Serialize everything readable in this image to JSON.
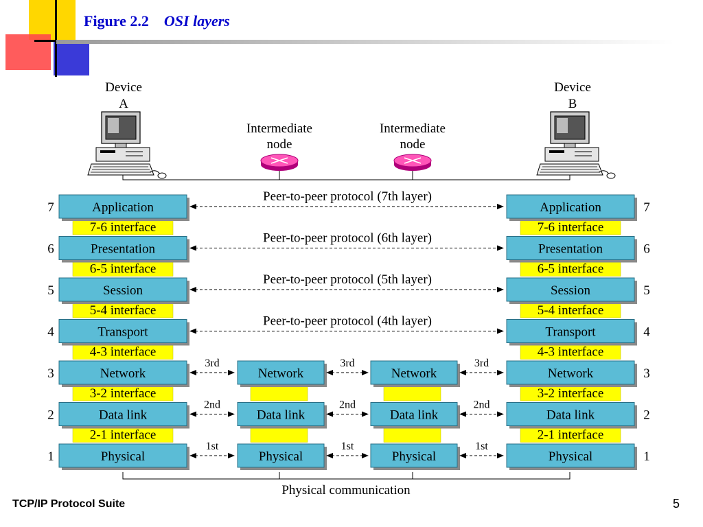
{
  "title": {
    "figure": "Figure 2.2",
    "subtitle": "OSI layers"
  },
  "footer": {
    "left": "TCP/IP Protocol Suite",
    "page": "5"
  },
  "devices": {
    "a": {
      "line1": "Device",
      "line2": "A"
    },
    "b": {
      "line1": "Device",
      "line2": "B"
    },
    "intermediate": {
      "line1": "Intermediate",
      "line2": "node"
    }
  },
  "layers": [
    {
      "num": "7",
      "name": "Application"
    },
    {
      "num": "6",
      "name": "Presentation"
    },
    {
      "num": "5",
      "name": "Session"
    },
    {
      "num": "4",
      "name": "Transport"
    },
    {
      "num": "3",
      "name": "Network"
    },
    {
      "num": "2",
      "name": "Data link"
    },
    {
      "num": "1",
      "name": "Physical"
    }
  ],
  "interfaces": [
    "7-6 interface",
    "6-5 interface",
    "5-4 interface",
    "4-3 interface",
    "3-2 interface",
    "2-1 interface"
  ],
  "peer_protocols": [
    "Peer-to-peer protocol (7th layer)",
    "Peer-to-peer protocol (6th layer)",
    "Peer-to-peer protocol (5th layer)",
    "Peer-to-peer protocol (4th layer)"
  ],
  "hop_labels": [
    "3rd",
    "2nd",
    "1st"
  ],
  "physical_communication": "Physical communication",
  "colors": {
    "layer_box": "#5bbcd6",
    "interface": "#ffff00",
    "title": "#0000cc"
  }
}
